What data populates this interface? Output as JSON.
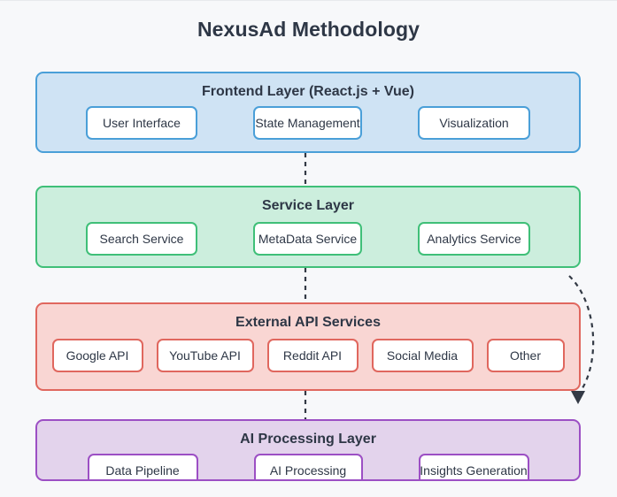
{
  "page": {
    "title": "NexusAd Methodology",
    "background_color": "#f7f8fa"
  },
  "layers": [
    {
      "id": "frontend",
      "title": "Frontend Layer (React.js + Vue)",
      "fill_color": "#cfe3f4",
      "border_color": "#4a9fd8",
      "nodes": [
        {
          "label": "User Interface"
        },
        {
          "label": "State Management"
        },
        {
          "label": "Visualization"
        }
      ]
    },
    {
      "id": "service",
      "title": "Service Layer",
      "fill_color": "#cceedd",
      "border_color": "#3fbf78",
      "nodes": [
        {
          "label": "Search Service"
        },
        {
          "label": "MetaData Service"
        },
        {
          "label": "Analytics Service"
        }
      ]
    },
    {
      "id": "api",
      "title": "External API Services",
      "fill_color": "#f9d6d3",
      "border_color": "#e0675e",
      "nodes": [
        {
          "label": "Google API"
        },
        {
          "label": "YouTube API"
        },
        {
          "label": "Reddit API"
        },
        {
          "label": "Social Media"
        },
        {
          "label": "Other"
        }
      ]
    },
    {
      "id": "ai",
      "title": "AI Processing Layer",
      "fill_color": "#e3d3ec",
      "border_color": "#9c4fc4",
      "nodes": [
        {
          "label": "Data Pipeline"
        },
        {
          "label": "AI Processing"
        },
        {
          "label": "Insights Generation"
        }
      ]
    }
  ],
  "connectors": [
    {
      "name": "frontend-to-service",
      "style": "dashed-vertical"
    },
    {
      "name": "service-to-api",
      "style": "dashed-vertical"
    },
    {
      "name": "api-to-ai",
      "style": "dashed-vertical"
    },
    {
      "name": "service-to-api-curved",
      "style": "dashed-curve-arrow"
    }
  ]
}
